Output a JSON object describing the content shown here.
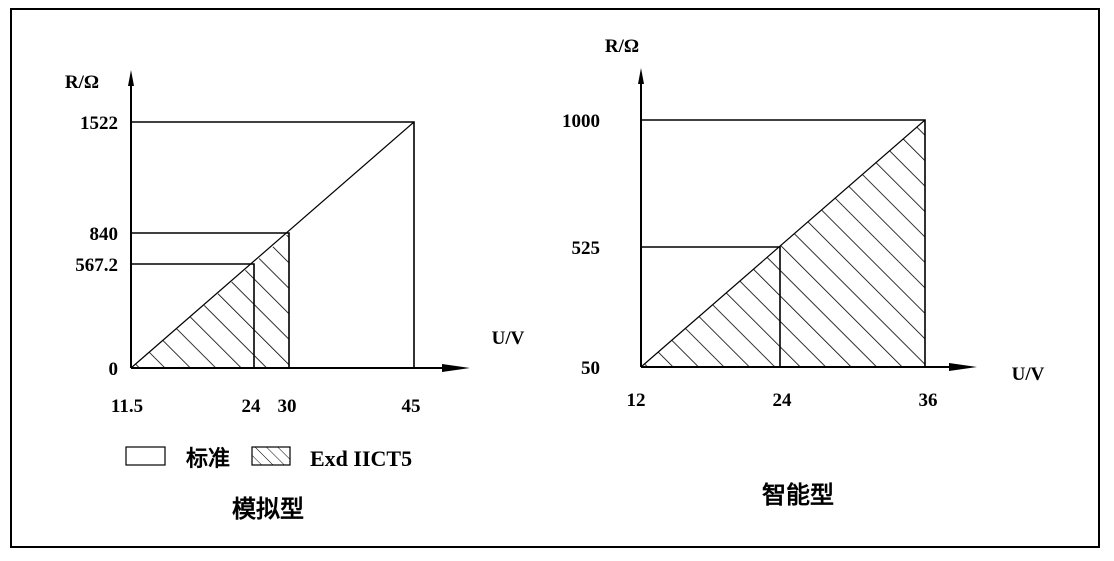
{
  "chart_data": [
    {
      "type": "area",
      "title": "模拟型",
      "xlabel": "U/V",
      "ylabel": "R/Ω",
      "x_ticks": [
        "11.5",
        "24",
        "30",
        "45"
      ],
      "y_ticks": [
        "0",
        "567.2",
        "840",
        "1522"
      ],
      "standard_region": {
        "name": "标准",
        "points": [
          [
            11.5,
            0
          ],
          [
            45,
            1522
          ],
          [
            45,
            0
          ]
        ]
      },
      "exd_region": {
        "name": "Exd IICT5",
        "points": [
          [
            11.5,
            0
          ],
          [
            30,
            840
          ],
          [
            30,
            0
          ]
        ]
      },
      "guides": [
        [
          24,
          567.2
        ],
        [
          30,
          840
        ],
        [
          45,
          1522
        ]
      ],
      "diagonal": [
        [
          11.5,
          0
        ],
        [
          45,
          1522
        ]
      ]
    },
    {
      "type": "area",
      "title": "智能型",
      "xlabel": "U/V",
      "ylabel": "R/Ω",
      "x_ticks": [
        "12",
        "24",
        "36"
      ],
      "y_ticks": [
        "50",
        "525",
        "1000"
      ],
      "exd_region": {
        "name": "Exd IICT5",
        "points": [
          [
            12,
            50
          ],
          [
            36,
            1000
          ],
          [
            36,
            50
          ]
        ]
      },
      "guides": [
        [
          24,
          525
        ],
        [
          36,
          1000
        ]
      ],
      "diagonal": [
        [
          12,
          50
        ],
        [
          36,
          1000
        ]
      ]
    }
  ],
  "legend": {
    "standard": "标准",
    "exd": "Exd IICT5"
  }
}
